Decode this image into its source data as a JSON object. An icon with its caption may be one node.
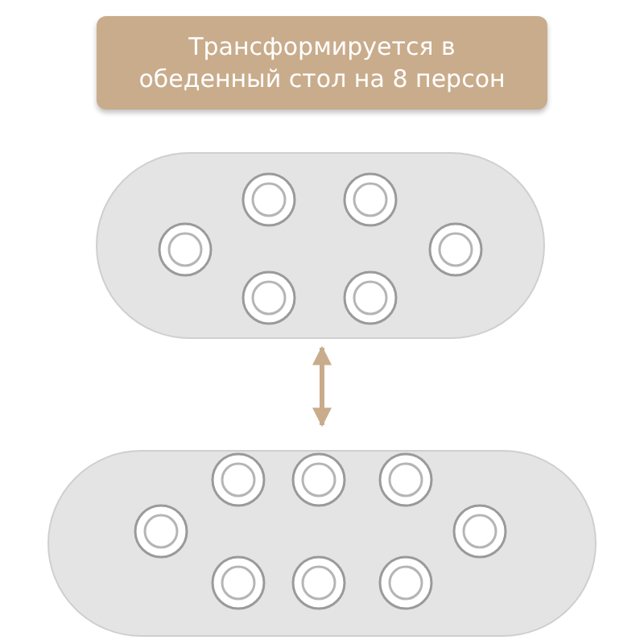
{
  "diagram": {
    "title": "Трансформируется в обеденный стол на 8 персон",
    "nodes": [
      {
        "text": [],
        "shape": "picture"
      },
      {
        "text": [],
        "shape": "picture"
      }
    ],
    "edges": [
      {
        "from": 0,
        "to": 1,
        "arrow": "both"
      }
    ]
  }
}
